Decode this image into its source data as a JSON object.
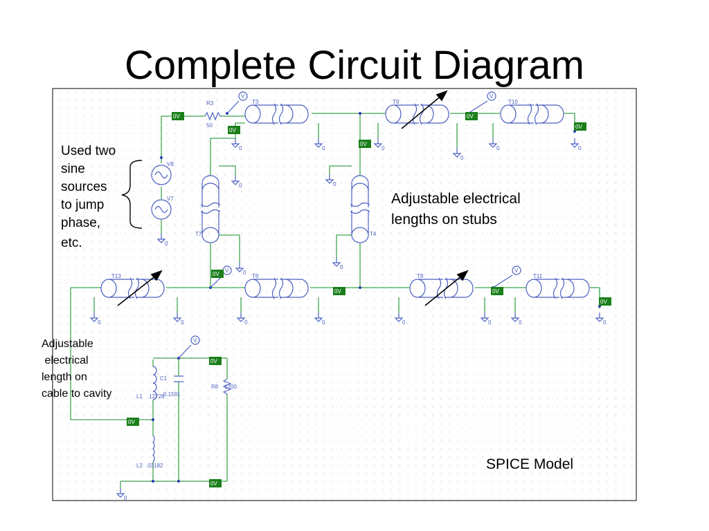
{
  "title": "Complete Circuit Diagram",
  "annotations": {
    "sine_sources": [
      "Used two",
      "sine",
      "sources",
      "to jump",
      "phase,",
      "etc."
    ],
    "stubs": [
      "Adjustable electrical",
      "lengths on stubs"
    ],
    "cable": [
      "Adjustable",
      " electrical",
      "length on",
      "cable to cavity"
    ],
    "model": "SPICE Model"
  },
  "components": {
    "R3": {
      "name": "R3",
      "value": "50"
    },
    "V8": "V8",
    "V7": "V7",
    "T3": "T3",
    "T4": "T4",
    "T6": "T6",
    "T7": "T7",
    "T8": "T8",
    "T9": "T9",
    "T10": "T10",
    "T11": "T11",
    "T13": "T13",
    "C1": {
      "name": "C1",
      "value": "0.1591"
    },
    "L1": {
      "name": "L1",
      "value": ".12728"
    },
    "L2": {
      "name": "L2",
      "value": ".03182"
    },
    "R8": {
      "name": "R8",
      "value": "1200"
    }
  },
  "voltage_tag": "0V",
  "ground_label": "0",
  "probe_label": "V",
  "colors": {
    "wire": "#3fa34d",
    "symbol": "#4a5fc0",
    "tag": "#1a7f1a",
    "grid": "#c8c8c8"
  }
}
